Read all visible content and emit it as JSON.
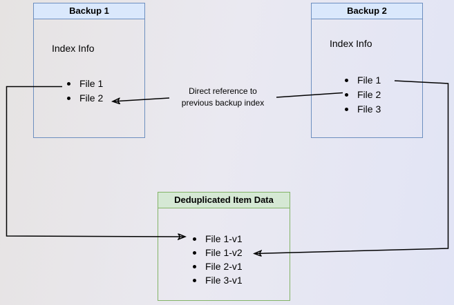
{
  "backup1": {
    "title": "Backup 1",
    "subtitle": "Index Info",
    "items": [
      "File 1",
      "File 2"
    ]
  },
  "backup2": {
    "title": "Backup 2",
    "subtitle": "Index Info",
    "items": [
      "File 1",
      "File 2",
      "File 3"
    ]
  },
  "dedup": {
    "title": "Deduplicated Item Data",
    "items": [
      "File 1-v1",
      "File 1-v2",
      "File 2-v1",
      "File 3-v1"
    ]
  },
  "label": {
    "line1": "Direct reference to",
    "line2": "previous backup index"
  },
  "colors": {
    "blue_box_border": "#6c8ebf",
    "blue_box_header_fill": "#dae8fc",
    "green_box_border": "#82b366",
    "green_box_header_fill": "#d5e8d4",
    "connector_line": "#000000",
    "text": "#000000",
    "background_left": "#e6e3e2",
    "background_right": "#e1e4f5"
  }
}
